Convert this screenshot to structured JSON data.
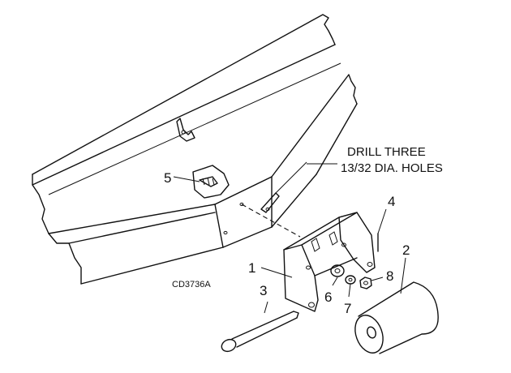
{
  "note": {
    "line1": "DRILL THREE",
    "line2": "13/32 DIA. HOLES"
  },
  "figure_code": "CD3736A",
  "callouts": {
    "c1": "1",
    "c2": "2",
    "c3": "3",
    "c4": "4",
    "c5": "5",
    "c6": "6",
    "c7": "7",
    "c8": "8"
  }
}
